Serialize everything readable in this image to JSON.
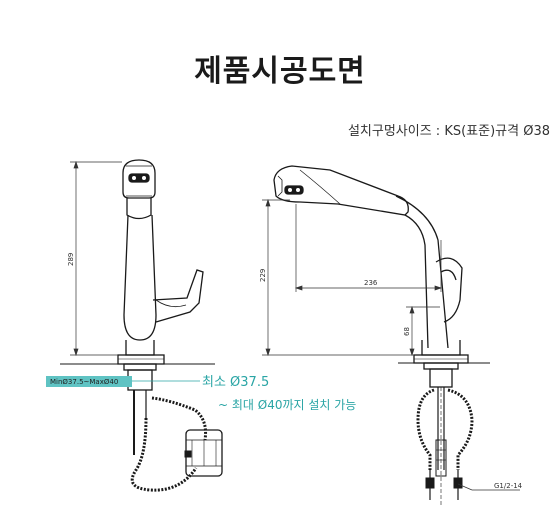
{
  "page": {
    "title": "제품시공도면",
    "hole_size_spec": "설치구멍사이즈 : KS(표준)규격  Ø38"
  },
  "dimensions": {
    "front_height": "289",
    "side_height": "229",
    "spout_reach": "236",
    "handle_height": "68",
    "min_max_label": "MinØ37.5~MaxØ40",
    "connector": "G1/2-14"
  },
  "notes": {
    "min_text": "최소 Ø37.5",
    "max_text": "~ 최대 Ø40까지 설치 가능"
  },
  "colors": {
    "accent": "#2aa5a5",
    "min_box_bg": "#5fc3c3",
    "line": "#1a1a1a"
  }
}
